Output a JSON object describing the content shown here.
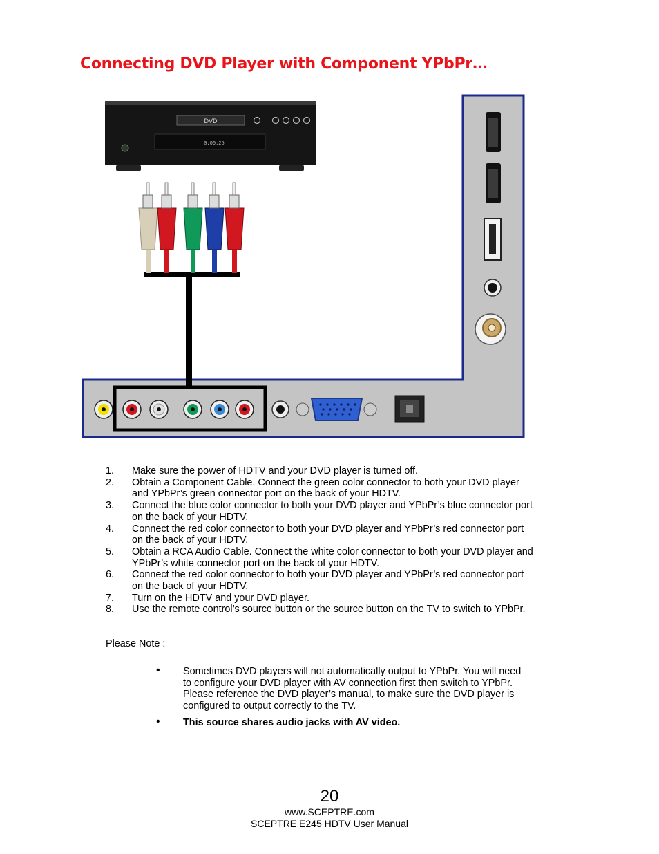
{
  "title": "Connecting DVD Player with Component YPbPr…",
  "dvd_label": "DVD",
  "dvd_display": "0:00:25",
  "steps": [
    {
      "num": "1.",
      "text": "Make sure the power of HDTV and your DVD player is turned off."
    },
    {
      "num": "2.",
      "text": "Obtain a Component Cable. Connect the green color connector to both your DVD player and YPbPr’s green connector port on the back of your HDTV."
    },
    {
      "num": "3.",
      "text": "Connect the blue color connector to both your DVD player and YPbPr’s blue connector port on the back of your HDTV."
    },
    {
      "num": "4.",
      "text": "Connect the red color connector to both your DVD player and YPbPr’s red connector port on the back of your HDTV."
    },
    {
      "num": "5.",
      "text": "Obtain a RCA Audio Cable.  Connect the white color connector to both your DVD player and YPbPr’s white connector port on the back of your HDTV."
    },
    {
      "num": "6.",
      "text": "Connect the red color connector to both your DVD player and YPbPr’s red connector port on the back of your HDTV."
    },
    {
      "num": "7.",
      "text": "Turn on the HDTV and your DVD player."
    },
    {
      "num": "8.",
      "text": "Use the remote control’s source button or the source button on the TV to switch to YPbPr."
    }
  ],
  "note_label": "Please Note :",
  "notes": [
    {
      "text": "Sometimes DVD players will not automatically output to YPbPr.  You will need to configure your DVD player with AV connection first then switch to YPbPr.  Please reference the DVD player’s manual, to make sure the DVD player is configured to output correctly to the TV."
    },
    {
      "text": "This source shares audio jacks with AV video."
    }
  ],
  "footer": {
    "page_number": "20",
    "website": "www.SCEPTRE.com",
    "manual": "SCEPTRE E245 HDTV User Manual"
  },
  "colors": {
    "title": "#e8141a",
    "panel": "#c4c4c4",
    "panel_border": "#1c2a8e",
    "plug_white": "#d8cfb8",
    "plug_red": "#d11820",
    "plug_green": "#0f9a5a",
    "plug_blue": "#1f3fa8"
  }
}
